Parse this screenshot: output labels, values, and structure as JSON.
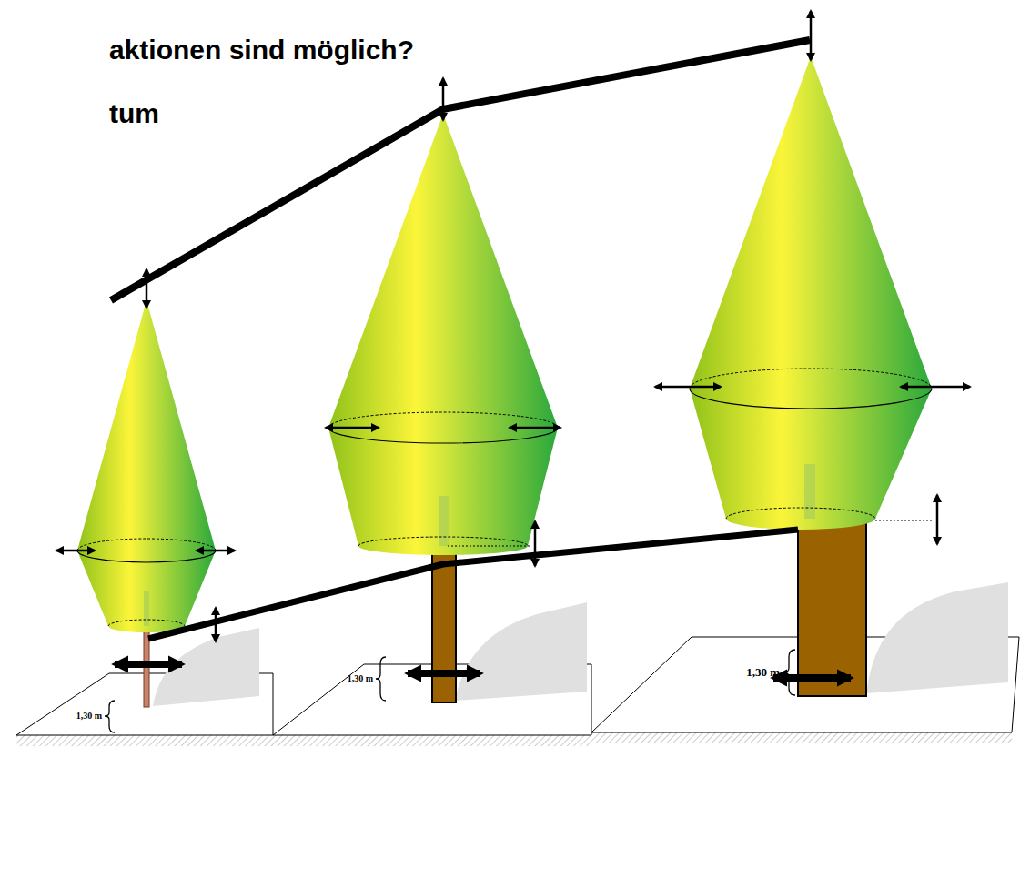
{
  "diagram": {
    "labels": [
      "aktionen sind möglich?",
      "tum",
      "1,30 m",
      "1,30 m",
      "1,30 m"
    ]
  }
}
